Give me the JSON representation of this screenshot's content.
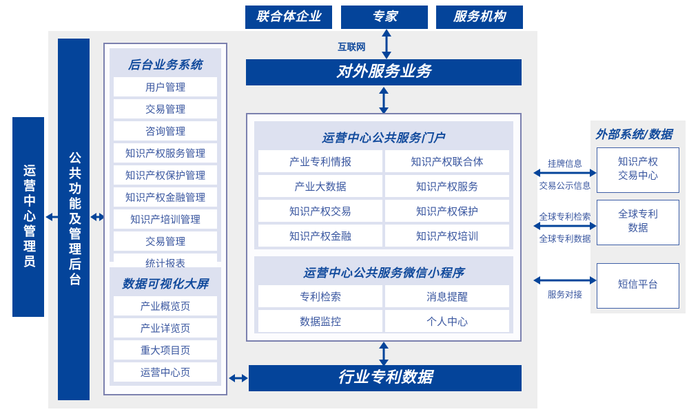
{
  "top_actors": [
    {
      "label": "联合体企业"
    },
    {
      "label": "专家"
    },
    {
      "label": "服务机构"
    }
  ],
  "internet_label": "互联网",
  "external_service_bar": "对外服务业务",
  "industry_data_bar": "行业专利数据",
  "left_roles": [
    {
      "label": "运营中心管理员"
    },
    {
      "label": "公共功能及管理后台"
    }
  ],
  "backend_group": {
    "title": "后台业务系统",
    "items": [
      "用户管理",
      "交易管理",
      "咨询管理",
      "知识产权服务管理",
      "知识产权保护管理",
      "知识产权金融管理",
      "知识产培训管理",
      "交易管理",
      "统计报表"
    ]
  },
  "visual_group": {
    "title": "数据可视化大屏",
    "items": [
      "产业概览页",
      "产业详览页",
      "重大项目页",
      "运营中心页"
    ]
  },
  "portal_group": {
    "title": "运营中心公共服务门户",
    "items": [
      "产业专利情报",
      "知识产权联合体",
      "产业大数据",
      "知识产权服务",
      "知识产权交易",
      "知识产权保护",
      "知识产权金融",
      "知识产权培训"
    ]
  },
  "miniapp_group": {
    "title": "运营中心公共服务微信小程序",
    "items": [
      "专利检索",
      "消息提醒",
      "数据监控",
      "个人中心"
    ]
  },
  "external": {
    "title": "外部系统/数据",
    "boxes": [
      {
        "label": "知识产权\n交易中心"
      },
      {
        "label": "全球专利\n数据"
      },
      {
        "label": "短信平台"
      }
    ],
    "edges": [
      {
        "above": "挂牌信息",
        "below": "交易公示信息"
      },
      {
        "above": "全球专利检索",
        "below": "全球专利数据"
      },
      {
        "above": "",
        "below": "服务对接"
      }
    ]
  },
  "colors": {
    "primary": "#04449a",
    "panel": "#dde1f0",
    "backdrop": "#eeeeee",
    "text_blue": "#39569f",
    "border": "#7b80ae"
  }
}
